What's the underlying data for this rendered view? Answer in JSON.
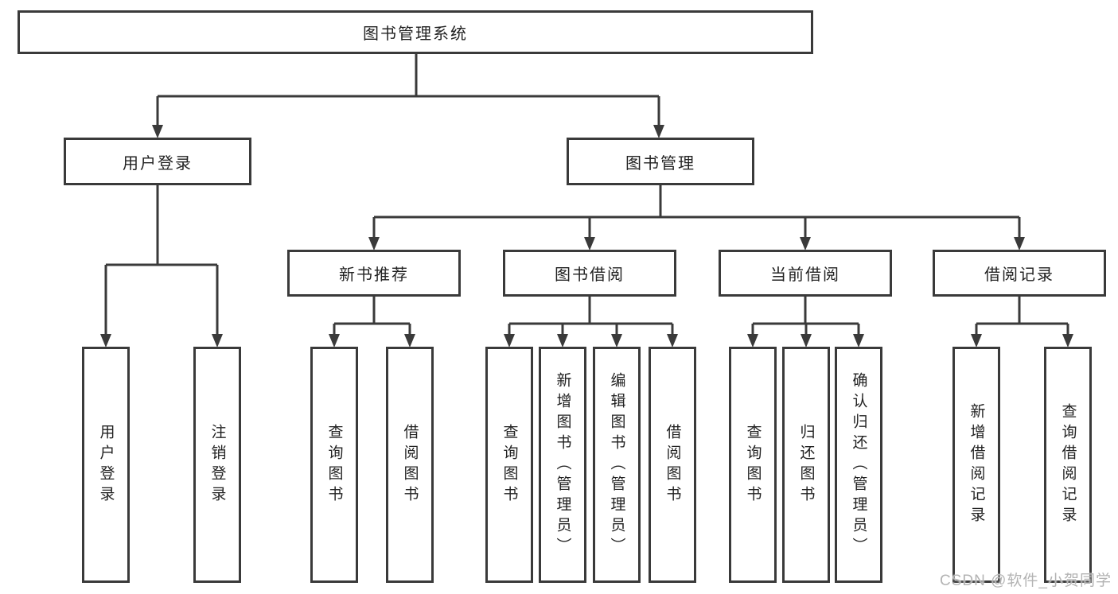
{
  "root": {
    "label": "图书管理系统"
  },
  "user_branch": {
    "label": "用户登录",
    "children": [
      {
        "label": "用户登录"
      },
      {
        "label": "注销登录"
      }
    ]
  },
  "book_branch": {
    "label": "图书管理",
    "groups": [
      {
        "label": "新书推荐",
        "children": [
          {
            "label": "查询图书"
          },
          {
            "label": "借阅图书"
          }
        ]
      },
      {
        "label": "图书借阅",
        "children": [
          {
            "label": "查询图书"
          },
          {
            "label": "新增图书（管理员）"
          },
          {
            "label": "编辑图书（管理员）"
          },
          {
            "label": "借阅图书"
          }
        ]
      },
      {
        "label": "当前借阅",
        "children": [
          {
            "label": "查询图书"
          },
          {
            "label": "归还图书"
          },
          {
            "label": "确认归还（管理员）"
          }
        ]
      },
      {
        "label": "借阅记录",
        "children": [
          {
            "label": "新增借阅记录"
          },
          {
            "label": "查询借阅记录"
          }
        ]
      }
    ]
  },
  "watermark": {
    "label": "CSDN @软件_小贺同学"
  },
  "colors": {
    "line": "#3a3a3a",
    "text": "#222222",
    "box_background": "#ffffff",
    "page_background": "#ffffff",
    "watermark": "#b3b3b3"
  }
}
